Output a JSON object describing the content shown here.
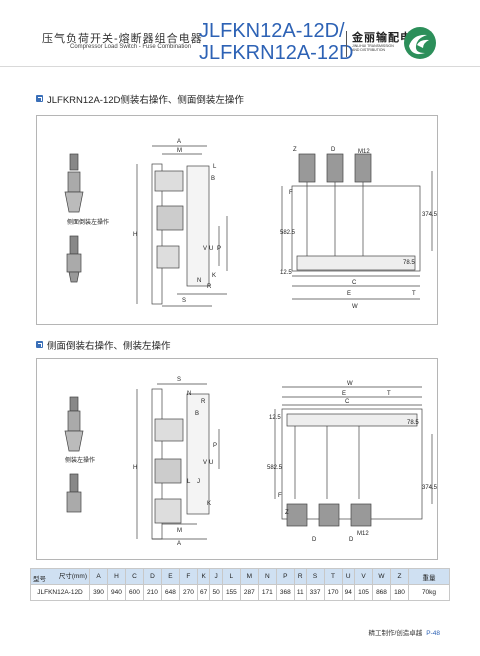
{
  "header": {
    "cn_title": "压气负荷开关-熔断器组合电器",
    "en_title": "Compressor Load Switch - Fuse Combination",
    "model_line1": "JLFKN12A-12D/",
    "model_line2": "JLFKRN12A-12D",
    "brand_cn": "金丽输配电",
    "brand_en": "JINLIHUI TRANSMISSION AND DISTRIBUTION",
    "logo_icon": "swirl-logo-icon"
  },
  "section1": {
    "title": "JLFKRN12A-12D侧装右操作、侧面倒装左操作",
    "side_caption": "侧面倒装左操作",
    "dims": [
      "A",
      "M",
      "L",
      "B",
      "H",
      "V",
      "U",
      "P",
      "K",
      "N",
      "R",
      "S",
      "Z",
      "D",
      "M12",
      "F",
      "582.5",
      "12.5",
      "374.5",
      "78.5",
      "C",
      "E",
      "T",
      "W"
    ]
  },
  "section2": {
    "title": "侧面倒装右操作、侧装左操作",
    "side_caption": "侧装左操作",
    "dims": [
      "S",
      "N",
      "R",
      "B",
      "P",
      "V",
      "U",
      "L",
      "J",
      "H",
      "K",
      "M",
      "A",
      "W",
      "E",
      "T",
      "C",
      "12.5",
      "78.5",
      "582.5",
      "374.5",
      "F",
      "Z",
      "D",
      "M12"
    ]
  },
  "table": {
    "corner_top": "尺寸(mm)",
    "corner_bottom": "型号",
    "columns": [
      "A",
      "H",
      "C",
      "D",
      "E",
      "F",
      "K",
      "J",
      "L",
      "M",
      "N",
      "P",
      "R",
      "S",
      "T",
      "U",
      "V",
      "W",
      "Z"
    ],
    "weight_header": "重量",
    "rows": [
      {
        "model": "JLFKN12A-12D",
        "values": [
          "390",
          "940",
          "600",
          "210",
          "648",
          "270",
          "67",
          "50",
          "155",
          "287",
          "171",
          "368",
          "11",
          "337",
          "170",
          "94",
          "105",
          "868",
          "180"
        ],
        "weight": "70kg"
      }
    ]
  },
  "footer": {
    "text": "精工制作/创造卓越",
    "page": "P-48"
  },
  "colors": {
    "accent": "#2d62b5",
    "table_header": "#cfe0f2"
  }
}
